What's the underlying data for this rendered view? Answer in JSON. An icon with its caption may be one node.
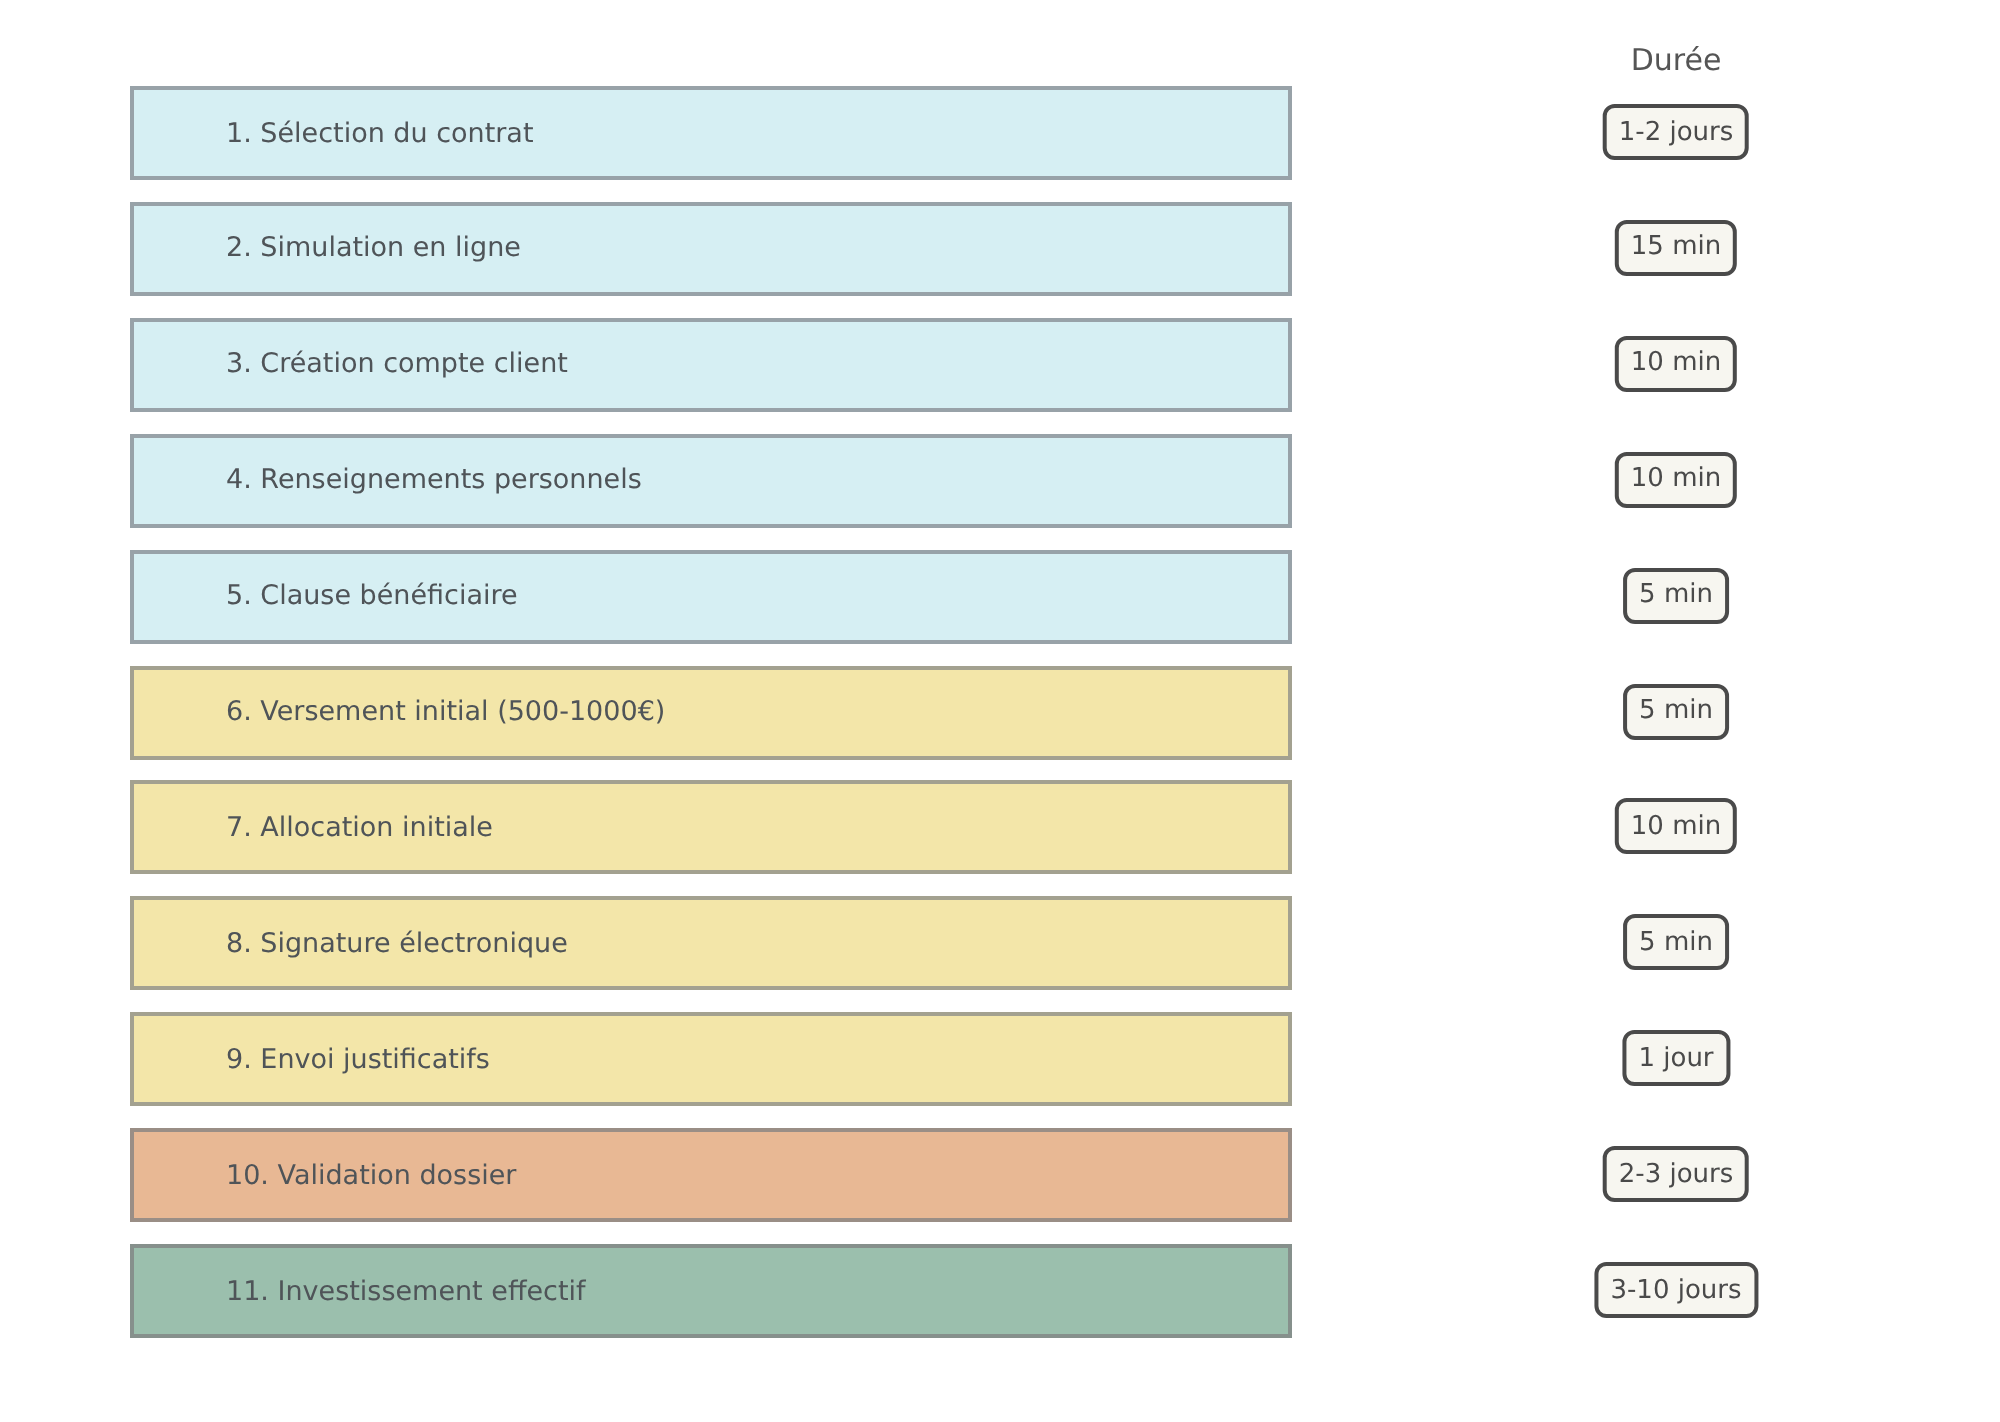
{
  "diagram": {
    "nodes": [
      {
        "text": [
          "1. Sélection du contrat"
        ]
      },
      {
        "text": [
          "1-2 jours"
        ]
      },
      {
        "text": [
          "2. Simulation en ligne"
        ]
      },
      {
        "text": [
          "15 min"
        ]
      },
      {
        "text": [
          "3. Création compte client"
        ]
      },
      {
        "text": [
          "10 min"
        ]
      },
      {
        "text": [
          "4. Renseignements personnels"
        ]
      },
      {
        "text": [
          "10 min"
        ]
      },
      {
        "text": [
          "5. Clause bénéficiaire"
        ]
      },
      {
        "text": [
          "5 min"
        ]
      },
      {
        "text": [
          "6. Versement initial (500-1000€)"
        ]
      },
      {
        "text": [
          "5 min"
        ]
      },
      {
        "text": [
          "7. Allocation initiale"
        ]
      },
      {
        "text": [
          "10 min"
        ]
      },
      {
        "text": [
          "8. Signature électronique"
        ]
      },
      {
        "text": [
          "5 min"
        ]
      },
      {
        "text": [
          "9. Envoi justificatifs"
        ]
      },
      {
        "text": [
          "1 jour"
        ]
      },
      {
        "text": [
          "10. Validation dossier"
        ]
      },
      {
        "text": [
          "2-3 jours"
        ]
      },
      {
        "text": [
          "11. Investissement effectif"
        ]
      },
      {
        "text": [
          "3-10 jours"
        ]
      }
    ],
    "labels": [
      "Durée"
    ]
  }
}
